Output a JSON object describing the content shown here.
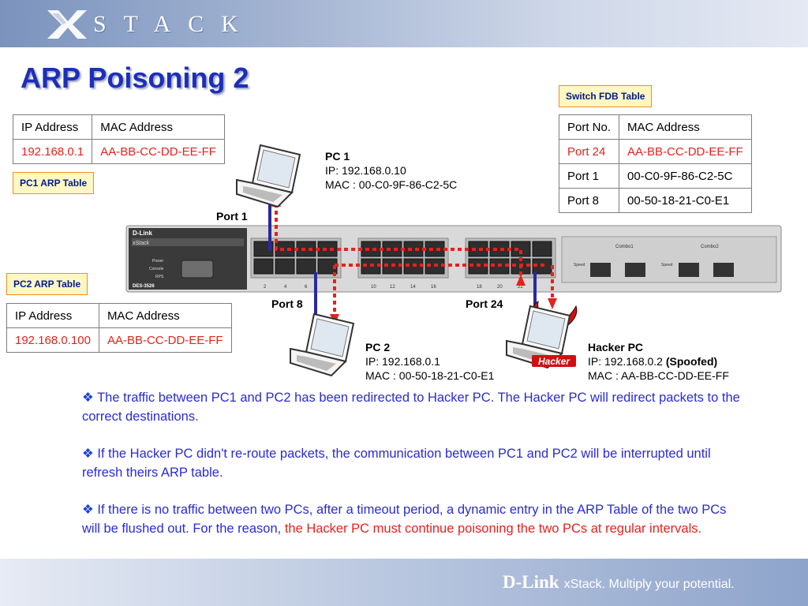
{
  "brand": {
    "logo_text": "STACK",
    "footer_logo": "D-Link",
    "footer_tagline": "xStack. Multiply your potential."
  },
  "slide": {
    "title": "ARP Poisoning 2"
  },
  "pc1_arp_table": {
    "label": "PC1 ARP Table",
    "headers": [
      "IP Address",
      "MAC Address"
    ],
    "rows": [
      [
        "192.168.0.1",
        "AA-BB-CC-DD-EE-FF"
      ]
    ]
  },
  "pc2_arp_table": {
    "label": "PC2 ARP Table",
    "headers": [
      "IP Address",
      "MAC Address"
    ],
    "rows": [
      [
        "192.168.0.100",
        "AA-BB-CC-DD-EE-FF"
      ]
    ]
  },
  "switch_fdb_table": {
    "label": "Switch FDB Table",
    "headers": [
      "Port No.",
      "MAC Address"
    ],
    "rows": [
      [
        "Port 24",
        "AA-BB-CC-DD-EE-FF"
      ],
      [
        "Port 1",
        "00-C0-9F-86-C2-5C"
      ],
      [
        "Port 8",
        "00-50-18-21-C0-E1"
      ]
    ]
  },
  "pc1": {
    "name": "PC 1",
    "ip": "IP: 192.168.0.10",
    "mac": "MAC : 00-C0-9F-86-C2-5C"
  },
  "pc2": {
    "name": "PC 2",
    "ip": "IP: 192.168.0.1",
    "mac": "MAC : 00-50-18-21-C0-E1"
  },
  "hacker": {
    "name": "Hacker PC",
    "ip": "IP: 192.168.0.2 ",
    "spoofed": "(Spoofed)",
    "mac": "MAC : AA-BB-CC-DD-EE-FF",
    "badge": "Hacker"
  },
  "ports": {
    "port1": "Port 1",
    "port8": "Port 8",
    "port24": "Port 24"
  },
  "switch": {
    "brand": "D-Link",
    "series": "xStack",
    "model": "DES-3526",
    "status_labels": [
      "Power",
      "Console",
      "RPS"
    ],
    "combo_labels": [
      "Combo1",
      "Combo2"
    ],
    "speed_label": "Speed",
    "port_numbers": [
      "2",
      "4",
      "6",
      "10",
      "12",
      "14",
      "16",
      "18",
      "20",
      "22"
    ]
  },
  "bullets": {
    "b1": "The traffic between PC1 and PC2 has been redirected to Hacker PC. The Hacker PC will redirect packets to the correct destinations.",
    "b2": "If the Hacker PC didn't re-route packets, the communication between PC1 and PC2 will be interrupted until refresh theirs ARP table.",
    "b3_blue": "If there is no traffic between two PCs, after a timeout period, a dynamic entry in the ARP Table of the two PCs will be flushed out.  For the reason, ",
    "b3_red": "the Hacker PC must continue poisoning the two PCs at regular intervals."
  },
  "colors": {
    "title": "#1d2fb8",
    "highlight": "#e5221c",
    "bullet_text": "#2a2ad8",
    "label_fill": "#fcf7c3",
    "label_border": "#f09020",
    "cable": "#2a2a9a"
  }
}
